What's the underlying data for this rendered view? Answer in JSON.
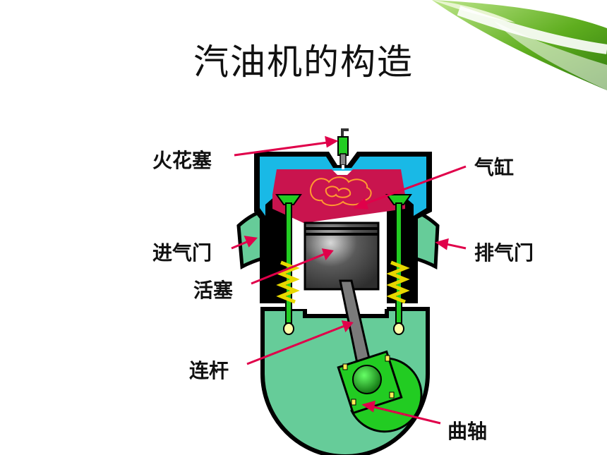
{
  "title": "汽油机的构造",
  "labels": {
    "spark_plug": "火花塞",
    "cylinder": "气缸",
    "intake_valve": "进气门",
    "exhaust_valve": "排气门",
    "piston": "活塞",
    "connecting_rod": "连杆",
    "crankshaft": "曲轴"
  },
  "colors": {
    "pointer": "#e0004a",
    "cylinder_jacket": "#19b9e6",
    "combustion_chamber": "#c9144e",
    "crankcase": "#66cc99",
    "valve_green": "#22cc22",
    "piston": "#4a4a4a",
    "decor_green": "#66bb22"
  }
}
